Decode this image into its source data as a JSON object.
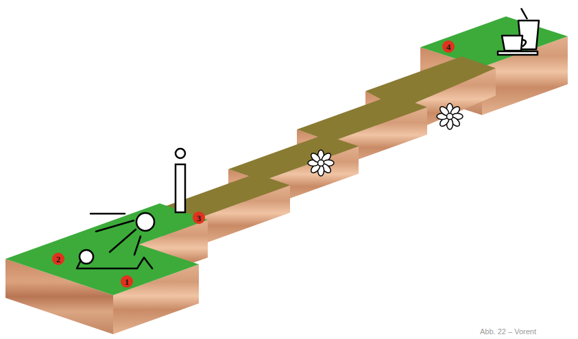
{
  "diagram": {
    "caption": "Abb. 22 – Vorent",
    "nodes": [
      {
        "text": [
          "1"
        ]
      },
      {
        "text": [
          "2"
        ]
      },
      {
        "text": [
          "3"
        ]
      },
      {
        "text": [
          "4"
        ]
      }
    ]
  }
}
